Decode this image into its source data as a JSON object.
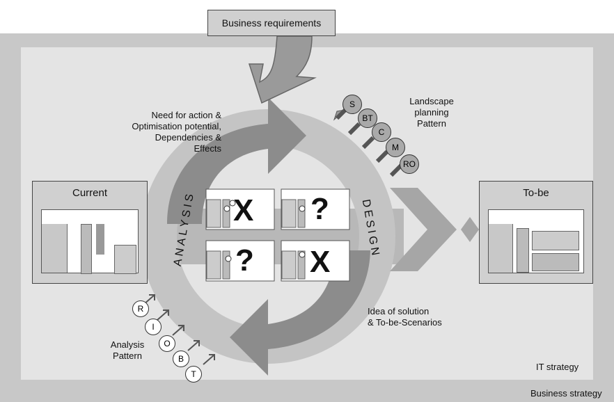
{
  "top_box": {
    "label": "Business requirements"
  },
  "bands": {
    "business_strategy": "Business strategy",
    "it_strategy": "IT strategy"
  },
  "states": {
    "current": "Current",
    "to_be": "To-be"
  },
  "cycle": {
    "analysis": "ANALYSIS",
    "design": "DESIGN",
    "need_lines": [
      "Need for action &",
      "Optimisation potential,",
      "Dependencies &",
      "Effects"
    ],
    "idea_lines": [
      "Idea of solution",
      "& To-be-Scenarios"
    ]
  },
  "landscape_pattern": {
    "label_lines": [
      "Landscape",
      "planning",
      "Pattern"
    ],
    "items": [
      "S",
      "BT",
      "C",
      "M",
      "RO"
    ]
  },
  "analysis_pattern": {
    "label_lines": [
      "Analysis",
      "Pattern"
    ],
    "items": [
      "R",
      "I",
      "O",
      "B",
      "T"
    ]
  },
  "scenario_marks": [
    "X",
    "?",
    "?",
    "X"
  ],
  "colors": {
    "arrow": "#8c8c8c",
    "ring": "#bdbdbd",
    "band_outer": "#c8c8c8",
    "band_inner": "#e4e4e4"
  }
}
